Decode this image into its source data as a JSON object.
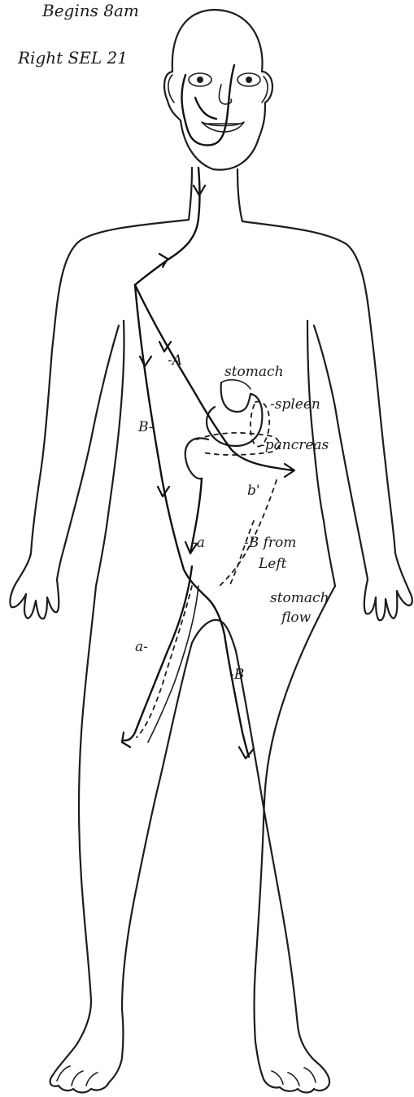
{
  "header": {
    "line1": "Begins 8am",
    "line2": "Right SEL 21"
  },
  "labels": {
    "stomach": "stomach",
    "spleen": "-spleen",
    "pancreas": "-pancreas",
    "path_A": "-A",
    "path_B_upper": "B-",
    "path_b": "b'",
    "path_a_upper": "-a",
    "b_from": "-B from",
    "left": "Left",
    "stomach_flow": "stomach",
    "flow": "flow",
    "path_a_lower": "a-",
    "path_B_lower": "-B"
  },
  "colors": {
    "ink": "#1d1d1d",
    "paper": "#ffffff"
  }
}
